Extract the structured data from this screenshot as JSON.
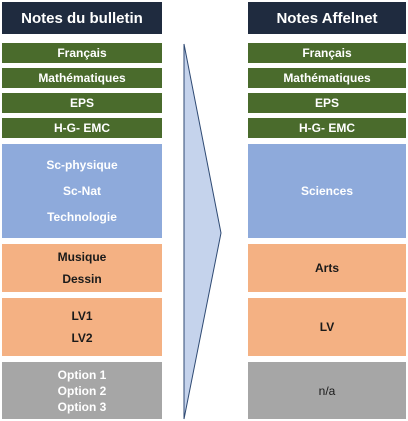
{
  "left": {
    "title": "Notes du bulletin",
    "rows": [
      {
        "lines": [
          "Français"
        ]
      },
      {
        "lines": [
          "Mathématiques"
        ]
      },
      {
        "lines": [
          "EPS"
        ]
      },
      {
        "lines": [
          "H-G- EMC"
        ]
      },
      {
        "lines": [
          "Sc-physique",
          "Sc-Nat",
          "Technologie"
        ]
      },
      {
        "lines": [
          "Musique",
          "Dessin"
        ]
      },
      {
        "lines": [
          "LV1",
          "LV2"
        ]
      },
      {
        "lines": [
          "Option 1",
          "Option 2",
          "Option 3"
        ]
      }
    ]
  },
  "right": {
    "title": "Notes Affelnet",
    "rows": [
      {
        "lines": [
          "Français"
        ]
      },
      {
        "lines": [
          "Mathématiques"
        ]
      },
      {
        "lines": [
          "EPS"
        ]
      },
      {
        "lines": [
          "H-G- EMC"
        ]
      },
      {
        "lines": [
          "Sciences"
        ]
      },
      {
        "lines": [
          "Arts"
        ]
      },
      {
        "lines": [
          "LV"
        ]
      },
      {
        "lines": [
          "n/a"
        ]
      }
    ]
  },
  "colors": {
    "title": "#1f2b3f",
    "green": "#4a6b2c",
    "blue": "#8eaadb",
    "orange": "#f4b183",
    "gray": "#a6a6a6",
    "arrow_fill": "#c5d3ec",
    "arrow_stroke": "#2f4a73"
  }
}
